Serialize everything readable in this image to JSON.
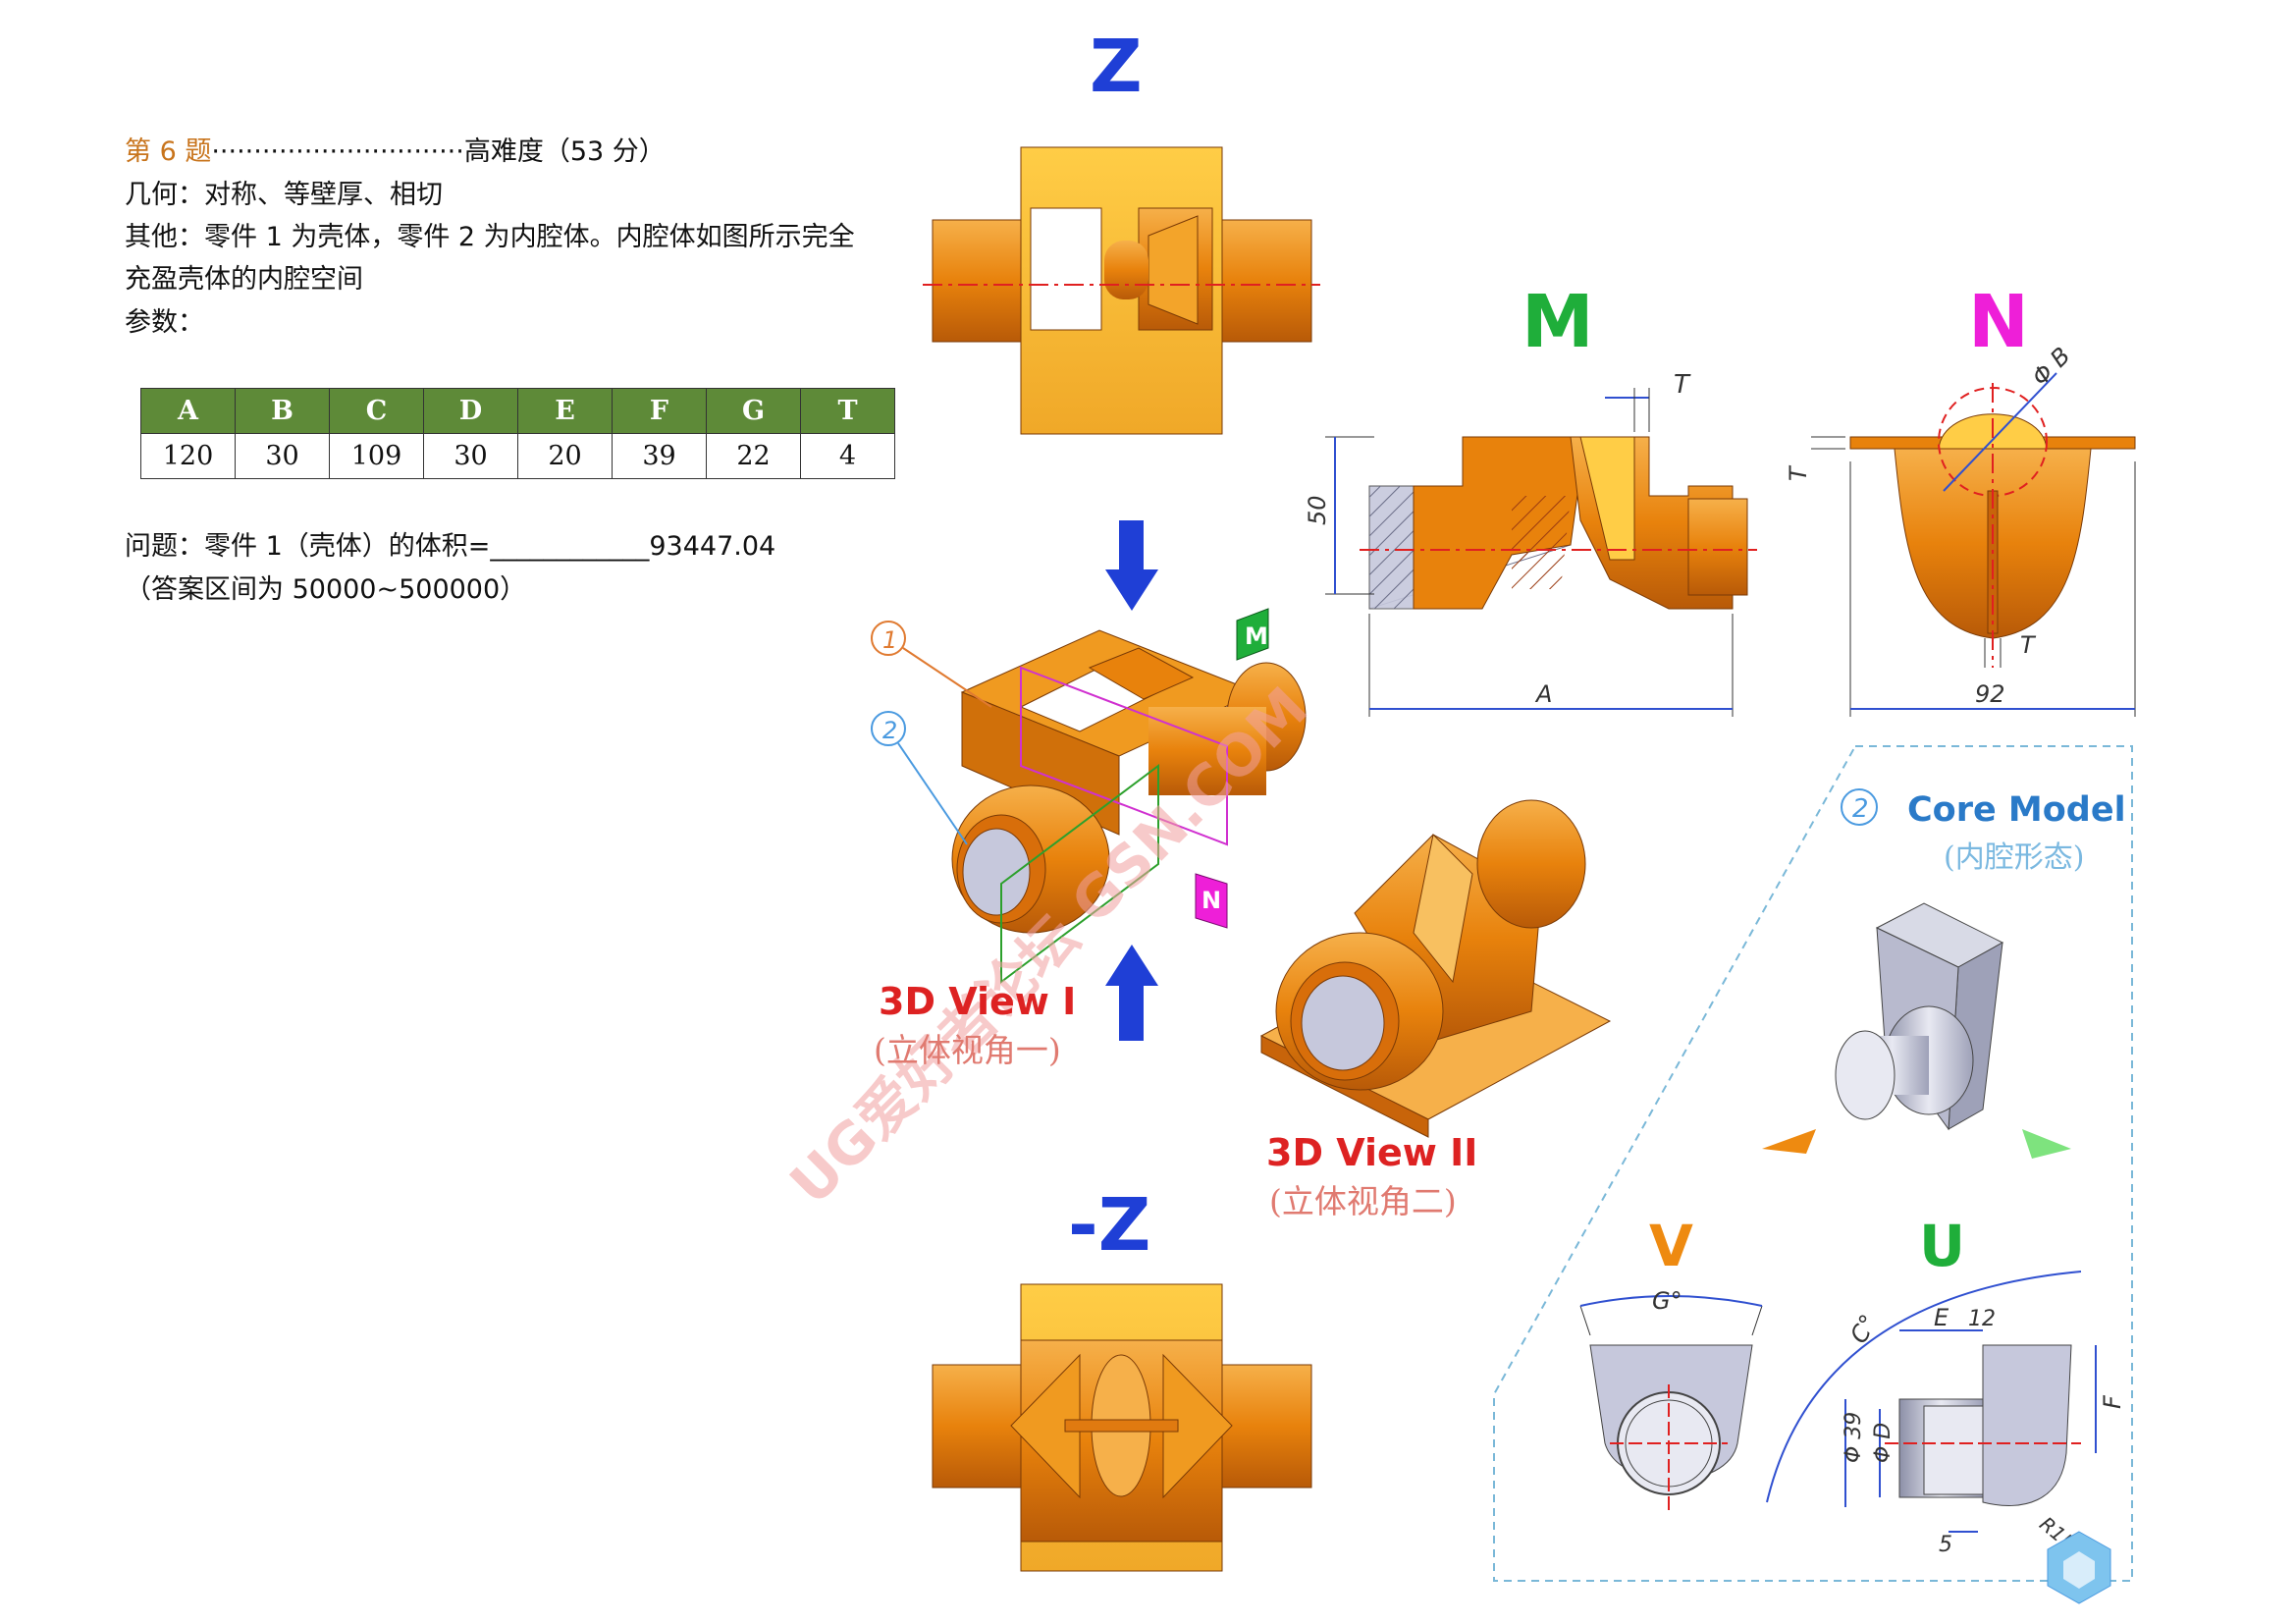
{
  "problem": {
    "title": "第 6 题",
    "dots": "······························",
    "difficulty": "高难度（53 分）",
    "geometry": "几何：对称、等壁厚、相切",
    "other_line1": "其他：零件 1 为壳体，零件 2 为内腔体。内腔体如图所示完全",
    "other_line2": "充盈壳体的内腔空间",
    "params_label": "参数："
  },
  "params": {
    "headers": [
      "A",
      "B",
      "C",
      "D",
      "E",
      "F",
      "G",
      "T"
    ],
    "values": [
      "120",
      "30",
      "109",
      "30",
      "20",
      "39",
      "22",
      "4"
    ]
  },
  "question": {
    "text": "问题：零件 1（壳体）的体积=____________93447.04",
    "range": "（答案区间为 50000~500000）"
  },
  "views": {
    "z": "Z",
    "neg_z": "-Z",
    "m": "M",
    "n": "N",
    "v": "V",
    "u": "U",
    "view1_title": "3D View I",
    "view1_sub": "(立体视角一)",
    "view2_title": "3D View II",
    "view2_sub": "(立体视角二)",
    "core_title": "Core Model",
    "core_sub": "(内腔形态)",
    "core_num": "2",
    "part1": "1",
    "part2": "2"
  },
  "dims": {
    "t": "T",
    "fifty": "50",
    "a": "A",
    "ninety_two": "92",
    "phi_b": "Φ B",
    "g_deg": "G°",
    "c_deg": "C°",
    "e": "E",
    "twelve": "12",
    "f": "F",
    "phi39": "Φ 39",
    "phi_d": "Φ D",
    "five": "5",
    "r15": "R15"
  },
  "watermark": "UG爱好者论坛 GSN.COM",
  "colors": {
    "orange": "#e8820c",
    "header_green": "#5e8a38",
    "z_blue": "#1f3fd6",
    "m_green": "#1fae3a",
    "n_magenta": "#ee1fd8",
    "v_orange": "#ee8a10",
    "red_text": "#dd2222"
  }
}
